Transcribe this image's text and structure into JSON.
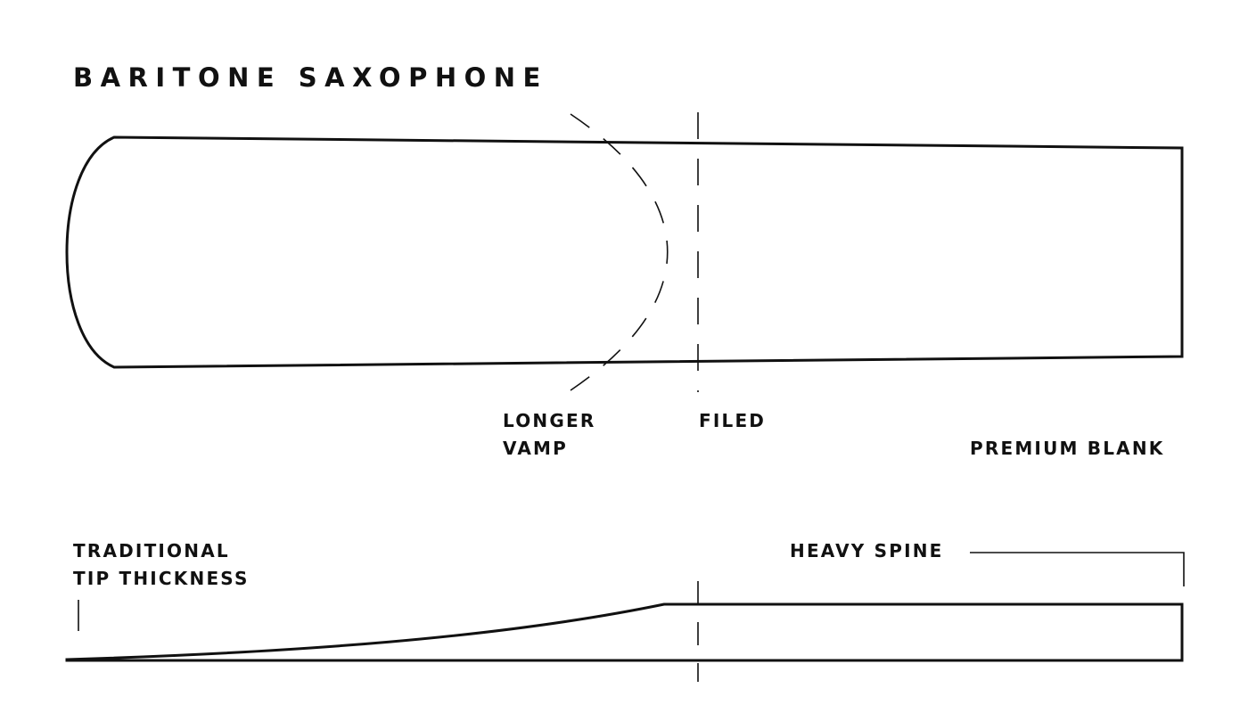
{
  "title": "BARITONE SAXOPHONE",
  "labels": {
    "longer_vamp_1": "LONGER",
    "longer_vamp_2": "VAMP",
    "filed": "FILED",
    "premium_blank": "PREMIUM BLANK",
    "tip_1": "TRADITIONAL",
    "tip_2": "TIP THICKNESS",
    "heavy_spine": "HEAVY SPINE"
  }
}
